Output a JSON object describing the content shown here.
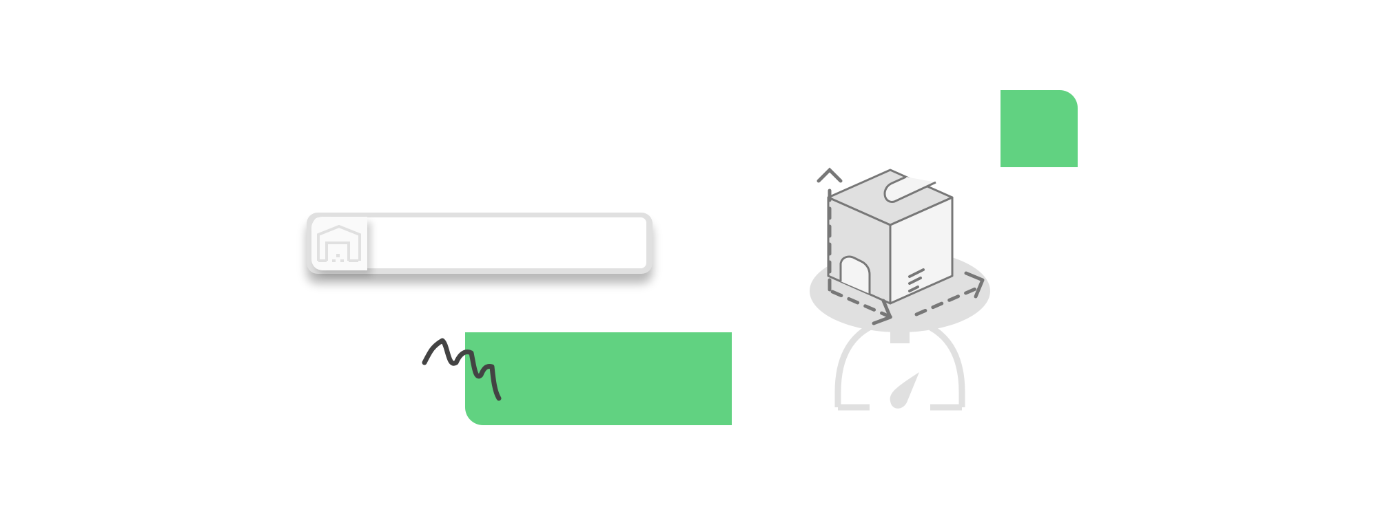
{
  "colors": {
    "accent_green": "#61d281",
    "icon_gray": "#e0e0e0",
    "outline_gray": "#777777",
    "scribble_dark": "#434343",
    "background": "#ffffff"
  },
  "search_bar": {
    "icon": "warehouse-icon",
    "value": ""
  },
  "green_blocks": [
    {
      "name": "green-block-large"
    },
    {
      "name": "green-block-small"
    }
  ],
  "scribble": {
    "icon": "scribble-mark"
  },
  "illustration": {
    "icon": "package-on-scale-illustration",
    "parts": [
      "isometric-box-icon",
      "up-arrow-icon",
      "rotate-arrow-icon",
      "scale-icon",
      "gauge-needle-icon"
    ]
  }
}
